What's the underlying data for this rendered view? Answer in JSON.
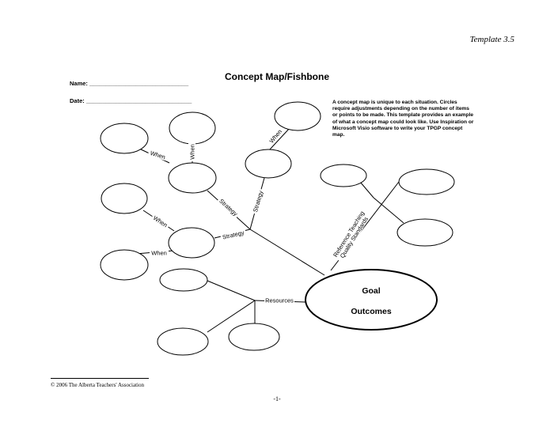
{
  "header": {
    "template_label": "Template 3.5"
  },
  "title": "Concept Map/Fishbone",
  "form": {
    "name_label": "Name: ______________________________",
    "date_label": "Date: ________________________________"
  },
  "instructions": "A concept map is unique to each situation. Circles require adjustments depending on the number of items or points to be made. This template provides an example of what a concept map could look like. Use Inspiration or Microsoft Visio software to write your TPGP concept map.",
  "diagram": {
    "goal_line1": "Goal",
    "goal_line2": "Outcomes",
    "labels": {
      "when_top_left": "When",
      "when_top_vertical": "When",
      "when_top_right": "When",
      "strategy_upper": "Strategy",
      "strategy_vertical": "Strategy",
      "when_middle": "When",
      "when_lower": "When",
      "strategy_lower": "Strategy",
      "resources": "Resources",
      "reference_line1": "Reference Teaching",
      "reference_line2": "Quality Standards"
    }
  },
  "footer": {
    "copyright": "© 2006 The Alberta Teachers' Association",
    "page_number": "-1-"
  }
}
